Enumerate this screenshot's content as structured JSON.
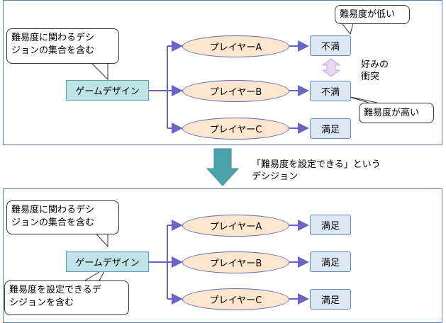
{
  "top": {
    "callout_design": [
      "難易度に関わるデシ",
      "ジョンの集合を含む"
    ],
    "design_label": "ゲームデザイン",
    "players": [
      "プレイヤーA",
      "プレイヤーB",
      "プレイヤーC"
    ],
    "results": [
      "不満",
      "不満",
      "満足"
    ],
    "callout_low": "難易度が低い",
    "callout_high": "難易度が高い",
    "conflict_label": [
      "好みの",
      "衝突"
    ]
  },
  "transition_label": [
    "「難易度を設定できる」という",
    "デシジョン"
  ],
  "bottom": {
    "callout_design": [
      "難易度に関わるデシ",
      "ジョンの集合を含む"
    ],
    "design_label": "ゲームデザイン",
    "players": [
      "プレイヤーA",
      "プレイヤーB",
      "プレイヤーC"
    ],
    "results": [
      "満足",
      "満足",
      "満足"
    ],
    "callout_setting": [
      "難易度を設定できるデ",
      "シジョンを含む"
    ]
  },
  "colors": {
    "arrow": "#6a63c9",
    "design_fill": "#bfe3e6",
    "player_fill": "#fde6cf",
    "result_fill": "#dde8f5",
    "big_arrow": "#4aa3ac",
    "conflict_arrow": "#e3d7f3",
    "border": "#5b7fb3"
  }
}
